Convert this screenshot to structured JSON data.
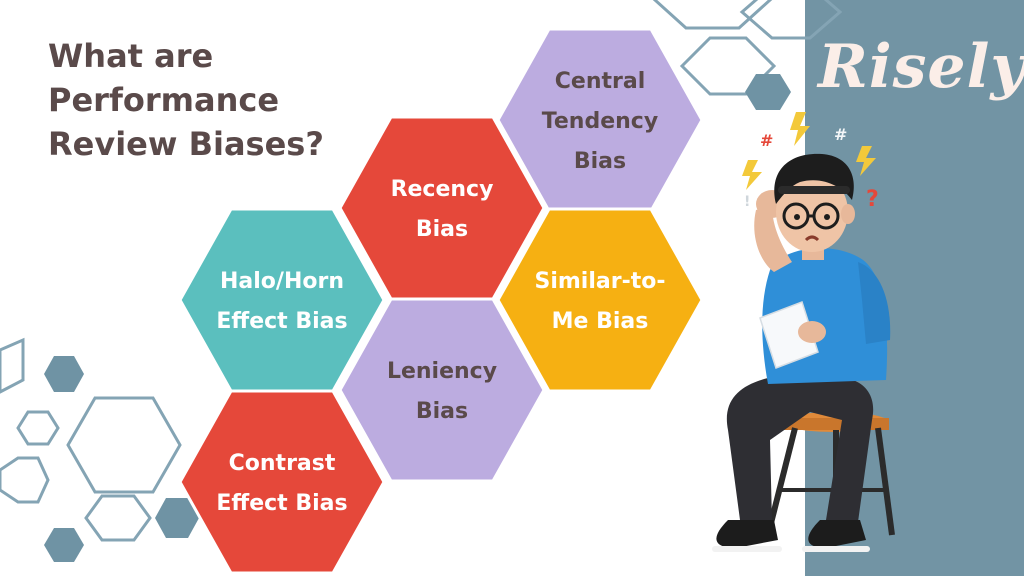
{
  "title": {
    "line1": "What are",
    "line2": "Performance",
    "line3": "Review Biases?"
  },
  "logo": "Risely",
  "colors": {
    "title_text": "#5a4a4a",
    "right_panel": "#7294a4",
    "hex_outline": "#84a4b4",
    "hex_solid": "#6f93a4",
    "logo_text": "#fbeee8",
    "red": "#e5483a",
    "teal": "#5bbfbe",
    "lavender": "#bcace0",
    "amber": "#f6b012"
  },
  "biases": [
    {
      "line1": "Central",
      "line2": "Tendency",
      "line3": "Bias",
      "color": "lavender"
    },
    {
      "line1": "Recency",
      "line2": "Bias",
      "color": "red"
    },
    {
      "line1": "Halo/Horn",
      "line2": "Effect Bias",
      "color": "teal"
    },
    {
      "line1": "Similar-to-",
      "line2": "Me Bias",
      "color": "amber"
    },
    {
      "line1": "Leniency",
      "line2": "Bias",
      "color": "lavender"
    },
    {
      "line1": "Contrast",
      "line2": "Effect Bias",
      "color": "red"
    }
  ],
  "doodles": {
    "hash": "#",
    "question": "?",
    "exclaim": "!"
  }
}
